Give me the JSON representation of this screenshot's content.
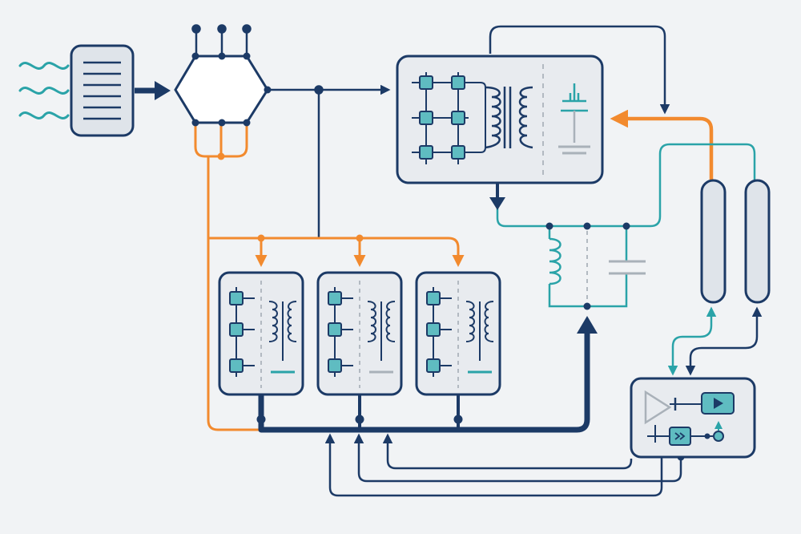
{
  "diagram": {
    "title": "",
    "style": "schematic line diagram without text labels",
    "colors": {
      "navy": "#1c3a66",
      "orange": "#f28a2e",
      "teal": "#2aa3a8",
      "component_fill": "#5fbcc1",
      "box_fill": "#e8ebef",
      "dashed_divider": "#b2b9c1",
      "ground_teal": "#2aa3a8",
      "ground_gray": "#a9b1b9",
      "background": "#f1f3f5"
    },
    "nodes": [
      {
        "id": "input-waves",
        "kind": "wave-source",
        "icon": "wave-icon",
        "count": 3
      },
      {
        "id": "input-filter",
        "kind": "filter-block",
        "icon": "list-icon"
      },
      {
        "id": "hex-hub",
        "kind": "hexagon-hub",
        "terminals": 3
      },
      {
        "id": "main-converter",
        "kind": "converter-module",
        "components": 6
      },
      {
        "id": "lc-tank",
        "kind": "inductor-capacitor-network"
      },
      {
        "id": "storage-tank-1",
        "kind": "cylinder-tank"
      },
      {
        "id": "storage-tank-2",
        "kind": "cylinder-tank"
      },
      {
        "id": "sub-module-1",
        "kind": "converter-module",
        "components": 3
      },
      {
        "id": "sub-module-2",
        "kind": "converter-module",
        "components": 3
      },
      {
        "id": "sub-module-3",
        "kind": "converter-module",
        "components": 3
      },
      {
        "id": "controller",
        "kind": "control-unit",
        "icons": [
          "amplifier-icon",
          "play-icon",
          "relay-icon",
          "sensor-icon"
        ]
      }
    ],
    "flows": [
      {
        "from": "input-waves",
        "to": "input-filter",
        "color": "teal"
      },
      {
        "from": "input-filter",
        "to": "hex-hub",
        "color": "navy"
      },
      {
        "from": "hex-hub",
        "to": "main-converter",
        "color": "navy"
      },
      {
        "from": "hex-hub",
        "to": "sub-module-1",
        "color": "orange"
      },
      {
        "from": "hex-hub",
        "to": "sub-module-2",
        "color": "orange"
      },
      {
        "from": "hex-hub",
        "to": "sub-module-3",
        "color": "orange"
      },
      {
        "from": "storage-tank-1",
        "to": "main-converter",
        "color": "orange"
      },
      {
        "from": "main-converter",
        "to": "lc-tank",
        "color": "navy"
      },
      {
        "from": "lc-tank",
        "to": "storage-tank-1",
        "color": "teal"
      },
      {
        "from": "storage-tank-2",
        "to": "lc-tank",
        "color": "teal"
      },
      {
        "from": "sub-module-1",
        "to": "lc-tank",
        "color": "navy"
      },
      {
        "from": "sub-module-2",
        "to": "lc-tank",
        "color": "navy"
      },
      {
        "from": "sub-module-3",
        "to": "lc-tank",
        "color": "navy"
      },
      {
        "from": "controller",
        "to": "storage-tank-1",
        "color": "teal"
      },
      {
        "from": "controller",
        "to": "storage-tank-2",
        "color": "navy"
      },
      {
        "from": "controller",
        "to": "main-converter",
        "color": "navy"
      },
      {
        "from": "controller",
        "to": "sub-module-1",
        "color": "navy"
      },
      {
        "from": "controller",
        "to": "sub-module-2",
        "color": "navy"
      },
      {
        "from": "controller",
        "to": "sub-module-3",
        "color": "navy"
      }
    ]
  }
}
